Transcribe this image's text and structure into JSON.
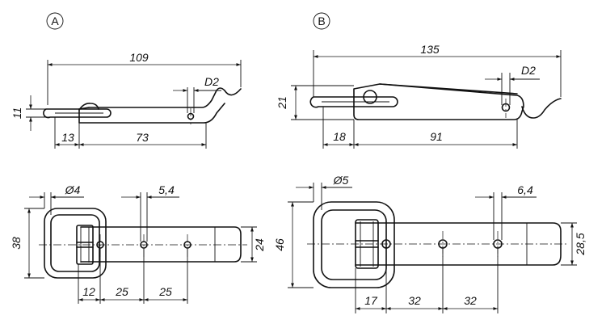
{
  "views": {
    "a": {
      "label": "A",
      "dims": {
        "length": "109",
        "height": "11",
        "offset": "13",
        "hole_pos": "73",
        "hole_dia": "D2",
        "loop_dia": "Ø4",
        "slot": "5,4",
        "loop_height": "38",
        "width": "24",
        "pitch_first": "12",
        "pitch_second": "25",
        "pitch_third": "25"
      }
    },
    "b": {
      "label": "B",
      "dims": {
        "length": "135",
        "height": "21",
        "offset": "18",
        "hole_pos": "91",
        "hole_dia": "D2",
        "loop_dia": "Ø5",
        "slot": "6,4",
        "loop_height": "46",
        "width": "28,5",
        "pitch_first": "17",
        "pitch_second": "32",
        "pitch_third": "32"
      }
    }
  }
}
